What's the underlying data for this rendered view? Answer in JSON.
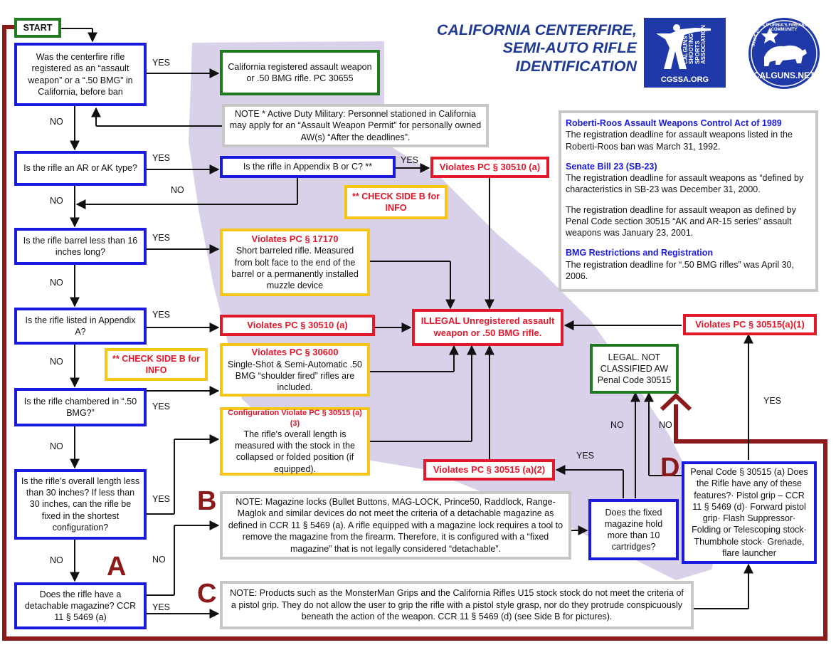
{
  "title": {
    "line1": "CALIFORNIA CENTERFIRE,",
    "line2": "SEMI-AUTO RIFLE",
    "line3": "IDENTIFICATION"
  },
  "logos": {
    "cgssa": {
      "text": "CALGUNS SHOOTING SPORTS ASSOCIATION",
      "url": "CGSSA.ORG"
    },
    "calguns": {
      "arc": "CALIFORNIA'S FIREARMS COMMUNITY",
      "since": "SINCE 2002",
      "name": "CALGUNS.NET"
    }
  },
  "start": "START",
  "questions": {
    "q1": "Was the centerfire rifle registered as an “assault weapon” or a “.50 BMG” in California, before ban",
    "q2": "Is the rifle an AR or AK type?",
    "q2b": "Is the rifle in Appendix B or C? **",
    "q3": "Is the rifle barrel less than 16 inches long?",
    "q4": "Is the rifle listed in Appendix A?",
    "q5": "Is the rifle chambered in “.50 BMG?”",
    "q6": "Is the rifle's overall length less than 30 inches? If less than 30 inches, can the rifle be fixed in the shortest configuration?",
    "q7": "Does the rifle have a detachable magazine? CCR 11 § 5469 (a)",
    "q8": "Does the fixed magazine hold more than 10 cartridges?",
    "q9": "Penal Code § 30515 (a) Does the Rifle have any of these features?· Pistol grip – CCR 11 § 5469 (d)· Forward pistol grip· Flash Suppressor· Folding or Telescoping stock· Thumbhole stock· Grenade, flare launcher"
  },
  "results": {
    "registered": "California registered assault weapon or .50 BMG rifle. PC 30655",
    "military_note": "NOTE * Active Duty Military: Personnel stationed in California may apply for an “Assault Weapon Permit” for personally owned AW(s) “After the deadlines”.",
    "violates_30510_b": "Violates PC § 30510 (a)",
    "check_side_b_1": "** CHECK SIDE B for INFO",
    "violates_17170_title": "Violates PC § 17170",
    "violates_17170_text": "Short barreled rifle. Measured from bolt face to the end of the barrel or a permanently installed muzzle device",
    "violates_30510_a": "Violates PC § 30510 (a)",
    "illegal": "ILLEGAL Unregistered assault weapon or .50 BMG rifle.",
    "violates_30515_a1": "Violates PC § 30515(a)(1)",
    "check_side_b_2": "** CHECK SIDE B for INFO",
    "violates_30600_title": "Violates PC § 30600",
    "violates_30600_text": "Single-Shot & Semi-Automatic .50 BMG “shoulder fired” rifles are included.",
    "legal": "LEGAL. NOT CLASSIFIED AW Penal Code 30515",
    "config_title": "Configuration Violate PC § 30515 (a)(3)",
    "config_text": "The rifle's overall length is measured with the stock in the collapsed or folded position (if equipped).",
    "violates_30515_a2": "Violates PC § 30515 (a)(2)",
    "note_b": "NOTE: Magazine locks (Bullet Buttons, MAG-LOCK, Prince50, Raddlock, Range-Maglok and similar devices do not meet the criteria of a detachable magazine as defined in CCR 11 § 5469 (a). A rifle equipped with a magazine lock requires a tool to remove the magazine from the firearm. Therefore, it is configured with a “fixed magazine” that is not legally considered “detachable”.",
    "note_c": "NOTE: Products such as the MonsterMan Grips and the California Rifles U15 stock stock do not meet the criteria of a pistol grip. They do not allow the user to grip the rifle with a pistol style grasp, nor do they protrude conspicuously beneath the action of the weapon. CCR 11 § 5469 (d) (see Side B for pictures)."
  },
  "info": {
    "h1": "Roberti-Roos Assault Weapons Control Act of 1989",
    "p1": "The registration deadline for assault weapons listed in the Roberti-Roos ban was March 31, 1992.",
    "h2": "Senate Bill 23 (SB-23)",
    "p2": "The registration deadline for assault weapons as “defined by characteristics in SB-23 was December 31, 2000.",
    "p3": "The registration deadline for assault weapon as defined by Penal Code section 30515 “AK and AR-15 series” assault weapons was January 23, 2001.",
    "h4": "BMG Restrictions and Registration",
    "p4": "The registration deadline for “.50 BMG rifles” was April 30, 2006."
  },
  "labels": {
    "yes": "YES",
    "no": "NO"
  },
  "letters": {
    "a": "A",
    "b": "B",
    "c": "C",
    "d": "D"
  },
  "colors": {
    "blue": "#1a1adf",
    "green": "#1f7a1f",
    "red": "#e2182b",
    "yellow": "#f5c518",
    "gray": "#c7c7c7",
    "maroon": "#8b1a1a",
    "map": "#d8cfe8"
  }
}
